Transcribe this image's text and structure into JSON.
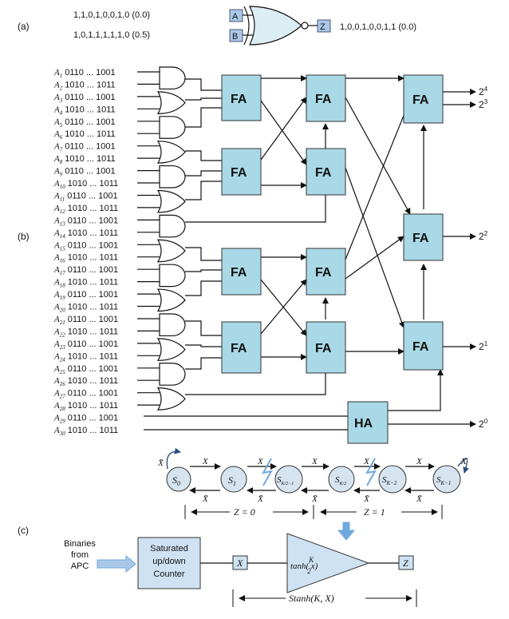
{
  "panel_labels": {
    "a": "(a)",
    "b": "(b)",
    "c": "(c)"
  },
  "xnor": {
    "input_a_label": "A",
    "input_b_label": "B",
    "output_label": "Z",
    "input_a_bits": "1,1,0,1,0,0,1,0 (0.0)",
    "input_b_bits": "1,0,1,1,1,1,1,0 (0.5)",
    "output_bits": "1,0,0,1,0,0,1,1 (0.0)"
  },
  "apc": {
    "input_names": [
      "A",
      "A",
      "A",
      "A",
      "A",
      "A",
      "A",
      "A",
      "A",
      "A",
      "A",
      "A",
      "A",
      "A",
      "A",
      "A",
      "A",
      "A",
      "A",
      "A",
      "A",
      "A",
      "A",
      "A",
      "A",
      "A",
      "A",
      "A",
      "A",
      "A"
    ],
    "input_subscripts": [
      "1",
      "2",
      "3",
      "4",
      "5",
      "6",
      "7",
      "8",
      "9",
      "10",
      "11",
      "12",
      "13",
      "14",
      "15",
      "16",
      "17",
      "18",
      "19",
      "20",
      "21",
      "22",
      "23",
      "24",
      "25",
      "26",
      "27",
      "28",
      "29",
      "30"
    ],
    "input_bits": [
      "0110 ... 1001",
      "1010 ... 1011",
      "0110 ... 1001",
      "1010 ... 1011",
      "0110 ... 1001",
      "1010 ... 1011",
      "0110 ... 1001",
      "1010 ... 1011",
      "0110 ... 1001",
      "1010 ... 1011",
      "0110 ... 1001",
      "1010 ... 1011",
      "0110 ... 1001",
      "1010 ... 1011",
      "0110 ... 1001",
      "1010 ... 1011",
      "0110 ... 1001",
      "1010 ... 1011",
      "0110 ... 1001",
      "1010 ... 1011",
      "0110 ... 1001",
      "1010 ... 1011",
      "0110 ... 1001",
      "1010 ... 1011",
      "0110 ... 1001",
      "1010 ... 1011",
      "0110 ... 1001",
      "1010 ... 1011",
      "0110 ... 1001",
      "1010 ... 1011"
    ],
    "fa_label": "FA",
    "ha_label": "HA",
    "output_base": "2",
    "output_exps": [
      "4",
      "3",
      "2",
      "1",
      "0"
    ]
  },
  "fsm": {
    "states": [
      {
        "main": "S",
        "sub": "0"
      },
      {
        "main": "S",
        "sub": "1"
      },
      {
        "main": "S",
        "sub": "K/2−1"
      },
      {
        "main": "S",
        "sub": "K/2"
      },
      {
        "main": "S",
        "sub": "K−2"
      },
      {
        "main": "S",
        "sub": "K−1"
      }
    ],
    "x_label": "X",
    "xbar_label": "X̄",
    "z0_label": "Z = 0",
    "z1_label": "Z = 1"
  },
  "stanh": {
    "input_source": "Binaries from APC",
    "counter_label": "Saturated up/down Counter",
    "x_box": "X",
    "func_label": "tanh(K/2 x)",
    "z_box": "Z",
    "span_label": "Stanh(K, X)"
  }
}
